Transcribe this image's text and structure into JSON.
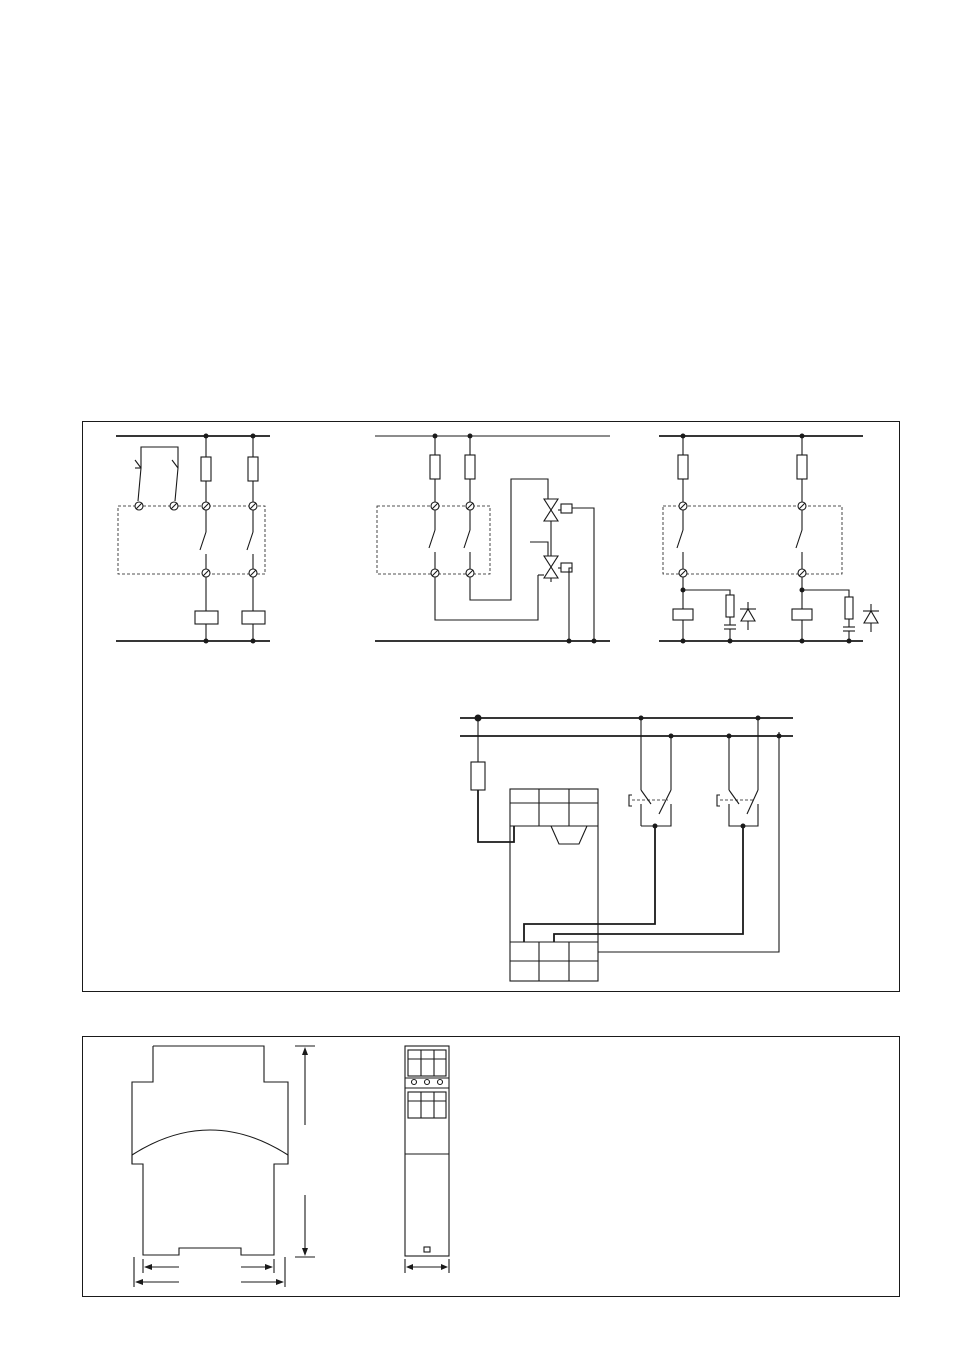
{
  "document": {
    "page_color": "#ffffff",
    "line_color": "#1a1a1a"
  },
  "wiring_panel": {
    "diagrams": [
      {
        "name": "connection-with-two-contacts-and-two-loads",
        "icons": [
          "fuse-icon",
          "contact-icon",
          "coil-icon",
          "terminal-icon"
        ]
      },
      {
        "name": "connection-with-solenoid-valves",
        "icons": [
          "fuse-icon",
          "contact-icon",
          "valve-icon",
          "terminal-icon"
        ]
      },
      {
        "name": "connection-with-spark-suppression",
        "icons": [
          "fuse-icon",
          "contact-icon",
          "coil-icon",
          "resistor-icon",
          "capacitor-icon",
          "diode-icon"
        ]
      },
      {
        "name": "connection-with-external-switches",
        "icons": [
          "fuse-icon",
          "switch-icon",
          "terminal-block-icon"
        ]
      }
    ]
  },
  "dimension_panel": {
    "views": [
      {
        "name": "front-view",
        "icons": [
          "housing-outline",
          "dimension-arrow-icon"
        ]
      },
      {
        "name": "side-view",
        "icons": [
          "terminal-block-icon",
          "dimension-arrow-icon"
        ]
      }
    ]
  }
}
